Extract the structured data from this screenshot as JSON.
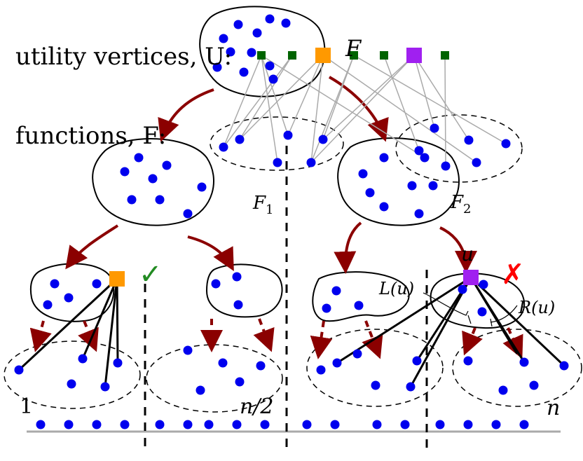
{
  "labels": {
    "utility_vertices": "utility vertices, U:",
    "functions": "functions, F:",
    "F_top": "F",
    "F1": "F",
    "F1_sub": "1",
    "F2": "F",
    "F2_sub": "2",
    "u": "u",
    "L_u": "L(u)",
    "R_u": "R(u)",
    "leaf_first": "1",
    "leaf_mid": "n/2",
    "leaf_last": "n"
  },
  "marks": {
    "check": "✓",
    "cross": "✗"
  },
  "colors": {
    "vertex": "#0000ee",
    "arrow": "#8b0000",
    "utility_small": "#006400",
    "utility_orange": "#ff9900",
    "utility_purple": "#a020f0",
    "gray_edge": "#aaaaaa",
    "baseline": "#aaaaaa",
    "check": "#228b22",
    "cross": "#ff0000"
  }
}
